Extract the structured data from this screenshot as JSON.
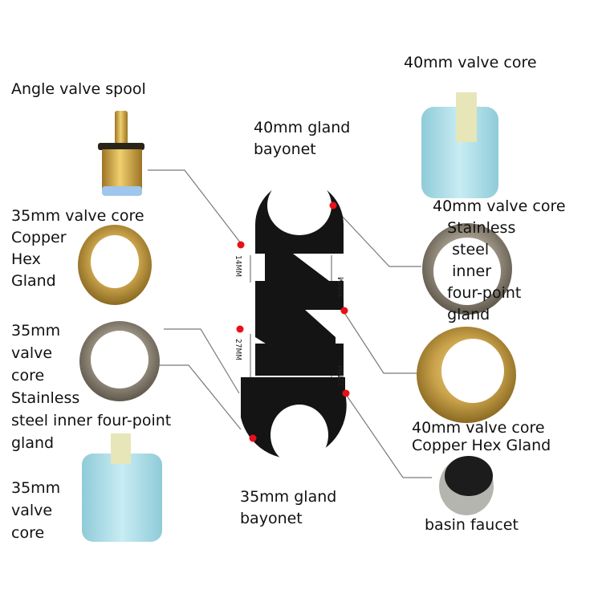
{
  "colors": {
    "background": "#ffffff",
    "wrench": "#141414",
    "marker": "#e8101a",
    "leader": "#7a7a7a",
    "brass": "#c9a24a",
    "steel": "#9a9282",
    "cartridge": "#a9dbe8"
  },
  "wrench": {
    "dimensions": {
      "d14": "14MM",
      "d27": "27MM",
      "d30": "30MM",
      "d22": "22MM"
    }
  },
  "labels": {
    "angle_valve_spool": "Angle valve spool",
    "gland40_bayonet": "40mm gland\nbayonet",
    "core40": "40mm valve core",
    "core40_ss_gland": "40mm valve core\n   Stainless\n    steel\n    inner\n   four-point\n   gland",
    "core35_copper_gland": "35mm valve core\nCopper\nHex\nGland",
    "core35_ss_gland": "35mm\nvalve\ncore\nStainless\nsteel inner four-point\ngland",
    "core40_copper_gland": "40mm valve core\nCopper Hex Gland",
    "gland35_bayonet": "35mm gland\nbayonet",
    "core35": "35mm\nvalve\ncore",
    "basin_faucet": "basin faucet"
  }
}
